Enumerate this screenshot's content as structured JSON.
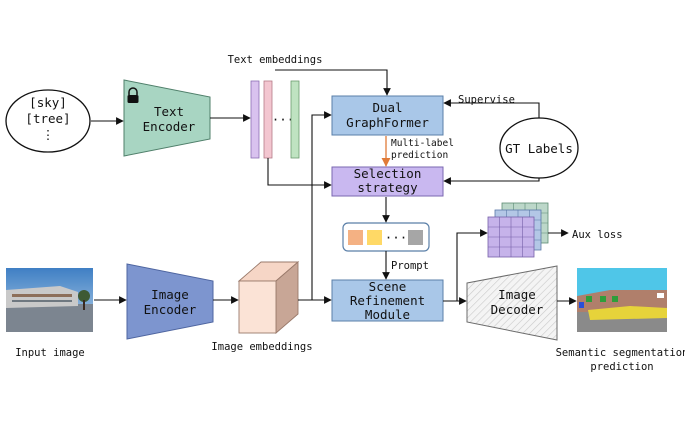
{
  "labels": {
    "text_tokens": [
      "[sky]",
      "[tree]",
      "⋮"
    ],
    "text_encoder": [
      "Text",
      "Encoder"
    ],
    "text_embeddings": "Text embeddings",
    "dual_graphformer": [
      "Dual",
      "GraphFormer"
    ],
    "supervise": "Supervise",
    "gt_labels": "GT Labels",
    "multi_label_prediction": [
      "Multi-label",
      "prediction"
    ],
    "selection_strategy": [
      "Selection",
      "strategy"
    ],
    "prompt": "Prompt",
    "aux_loss": "Aux loss",
    "input_image": "Input image",
    "image_encoder": [
      "Image",
      "Encoder"
    ],
    "image_embeddings": "Image embeddings",
    "scene_refinement": [
      "Scene",
      "Refinement",
      "Module"
    ],
    "image_decoder": [
      "Image",
      "Decoder"
    ],
    "semantic_prediction": [
      "Semantic segmentation",
      "prediction"
    ],
    "dots": "···"
  },
  "colors": {
    "text_encoder": "#a8d5c2",
    "image_encoder": "#7d95cf",
    "dual_graphformer": "#a9c7e8",
    "selection_strategy": "#c9b8f0",
    "scene_refinement": "#a9c7e8",
    "embed_purple": "#d9c2ef",
    "embed_pink": "#f3c6d0",
    "embed_green": "#bfe3c1",
    "prompt_orange": "#f4b183",
    "prompt_yellow": "#ffd966",
    "prompt_gray": "#a6a6a6",
    "cube_front": "#fbe3d6",
    "cube_side": "#c8a696",
    "grid_green": "#bcd7c9",
    "grid_blue": "#b3c7e6",
    "grid_purple": "#c6b3ea",
    "orange_arrow": "#e07b39"
  },
  "icons": [
    "lock-icon"
  ]
}
